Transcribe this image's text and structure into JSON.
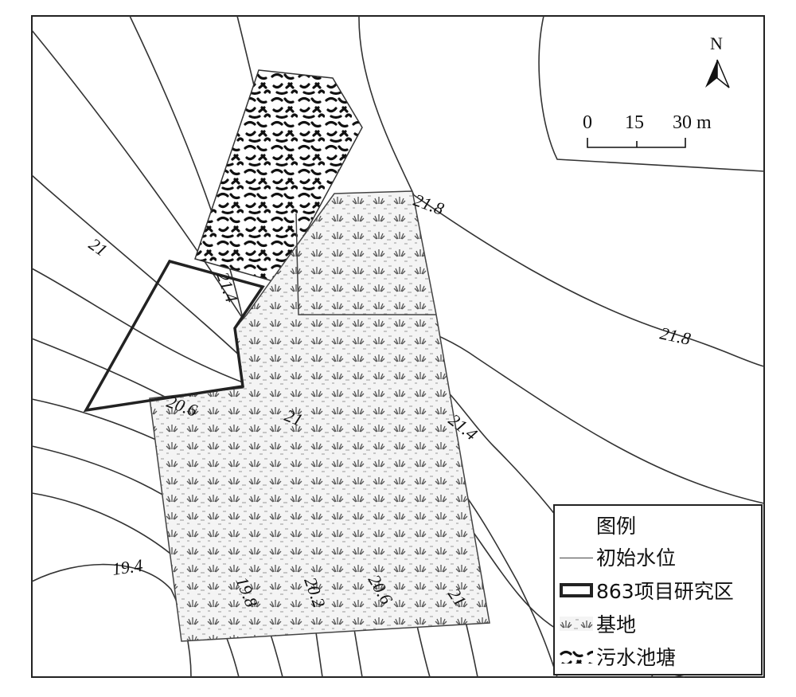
{
  "map": {
    "north_label": "N",
    "scale_ticks": [
      "0",
      "15",
      "30 m"
    ],
    "contour_labels": [
      "21",
      "21.4",
      "21.8",
      "21.8",
      "20.6",
      "21",
      "21.4",
      "19.4",
      "19.8",
      "20.2",
      "20.6",
      "21"
    ]
  },
  "legend": {
    "title": "图例",
    "items": [
      {
        "label": "初始水位",
        "symbol": "thin-line"
      },
      {
        "label": "863项目研究区",
        "symbol": "thick-outline"
      },
      {
        "label": "基地",
        "symbol": "grass-pattern"
      },
      {
        "label": "污水池塘",
        "symbol": "squiggle-pattern"
      }
    ]
  },
  "colors": {
    "line": "#333333",
    "background": "#ffffff"
  }
}
